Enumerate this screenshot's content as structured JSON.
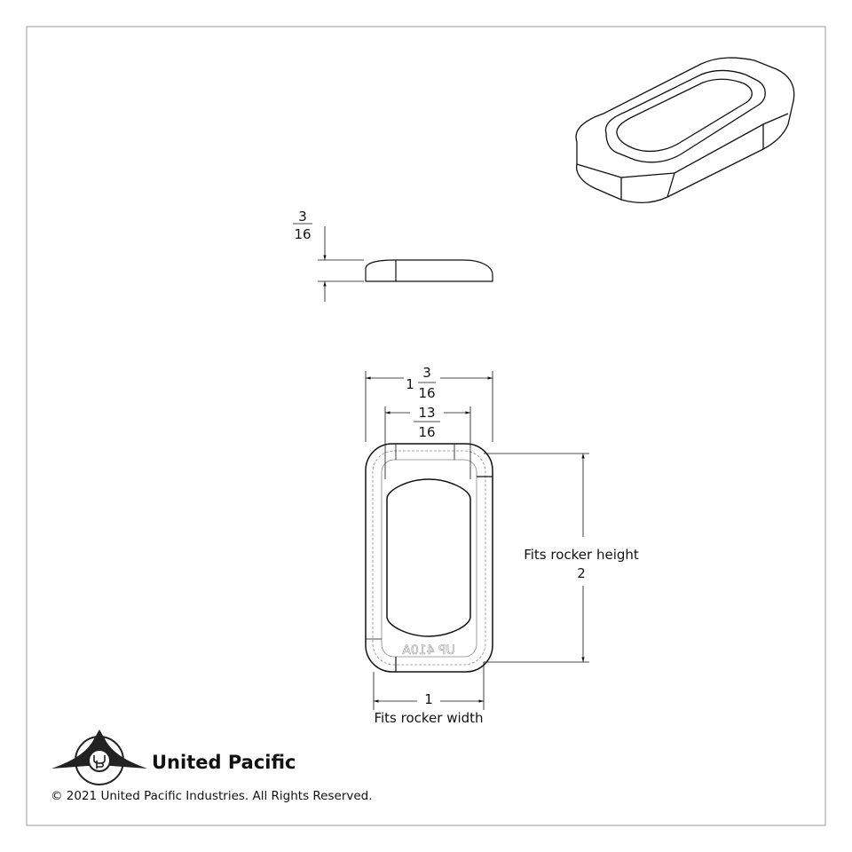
{
  "side_view": {
    "thickness": {
      "num": "3",
      "den": "16"
    }
  },
  "front_view": {
    "overall_width": {
      "whole": "1",
      "num": "3",
      "den": "16"
    },
    "inner_width": {
      "num": "13",
      "den": "16"
    },
    "height": {
      "label": "Fits rocker height",
      "value": "2"
    },
    "width": {
      "label": "Fits rocker width",
      "value": "1"
    },
    "engraving": "UP 410A"
  },
  "brand": {
    "name": "United Pacific",
    "logo_letters": "UP"
  },
  "footer": {
    "copyright": "© 2021 United Pacific Industries. All Rights Reserved."
  },
  "colors": {
    "line": "#111111",
    "frame": "#999999",
    "hidden": "#888888"
  }
}
